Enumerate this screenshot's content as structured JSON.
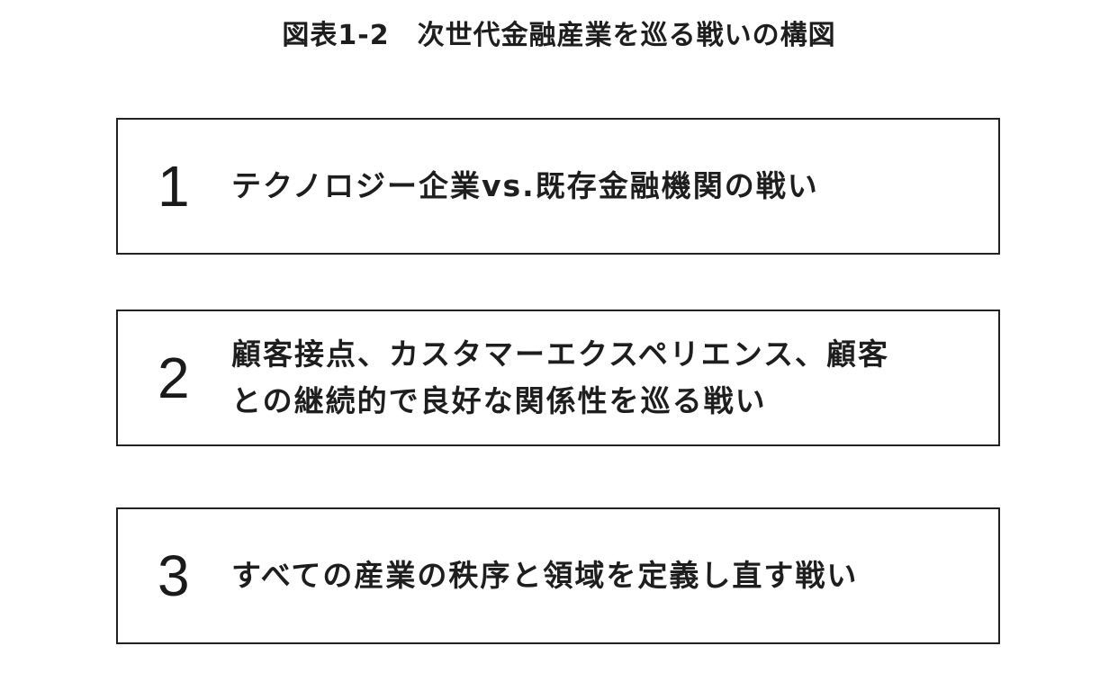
{
  "figure": {
    "title": "図表1-2　次世代金融産業を巡る戦いの構図"
  },
  "items": [
    {
      "number": "1",
      "lines": [
        "テクノロジー企業vs.既存金融機関の戦い"
      ]
    },
    {
      "number": "2",
      "lines": [
        "顧客接点、カスタマーエクスペリエンス、顧客",
        "との継続的で良好な関係性を巡る戦い"
      ]
    },
    {
      "number": "3",
      "lines": [
        "すべての産業の秩序と領域を定義し直す戦い"
      ]
    }
  ],
  "colors": {
    "border": "#222222",
    "text": "#1e1e1e",
    "background": "#ffffff"
  }
}
